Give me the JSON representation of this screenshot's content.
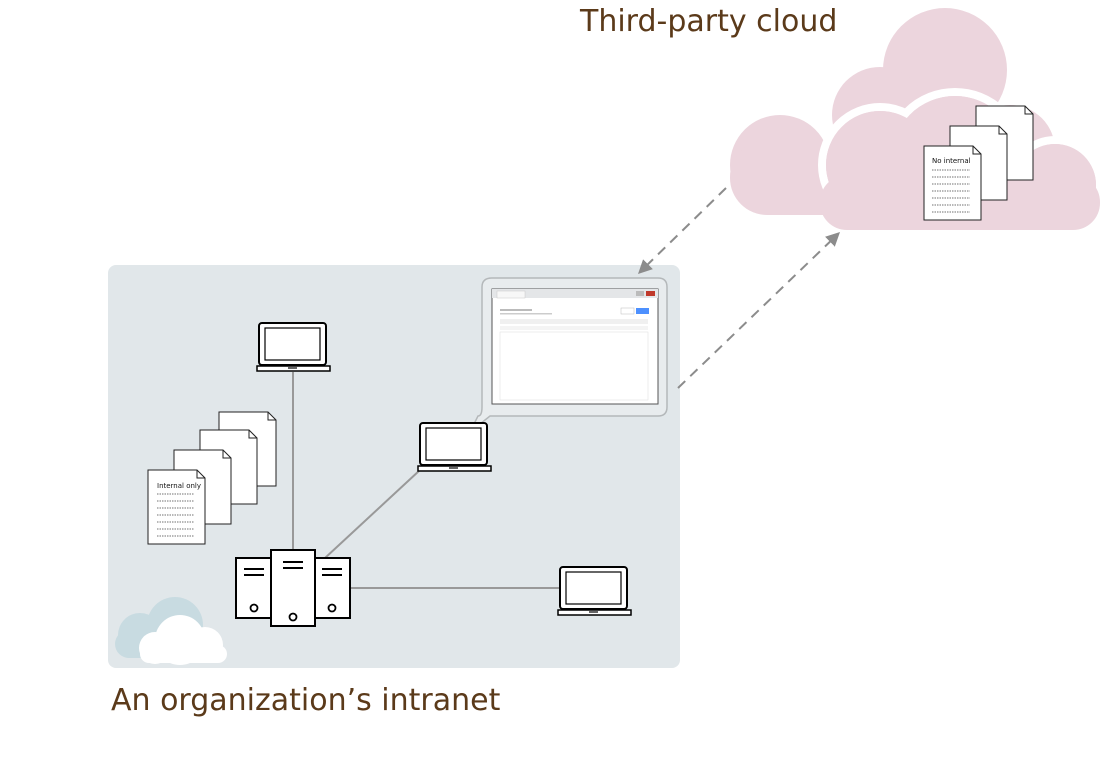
{
  "titles": {
    "cloud": "Third-party cloud",
    "intranet": "An organization’s intranet"
  },
  "documents": {
    "intranet_top_label": "Internal only",
    "cloud_top_label": "No internal"
  },
  "colors": {
    "intranet_background": "#e1e7ea",
    "cloud_fill": "#ecd5dd",
    "caption_text": "#5b3a1a",
    "connector_lines": "#999999",
    "arrows": "#8c8c8c"
  },
  "icons": [
    "laptop-icon",
    "server-icon",
    "document-stack-icon",
    "cloud-icon",
    "browser-window-icon"
  ]
}
